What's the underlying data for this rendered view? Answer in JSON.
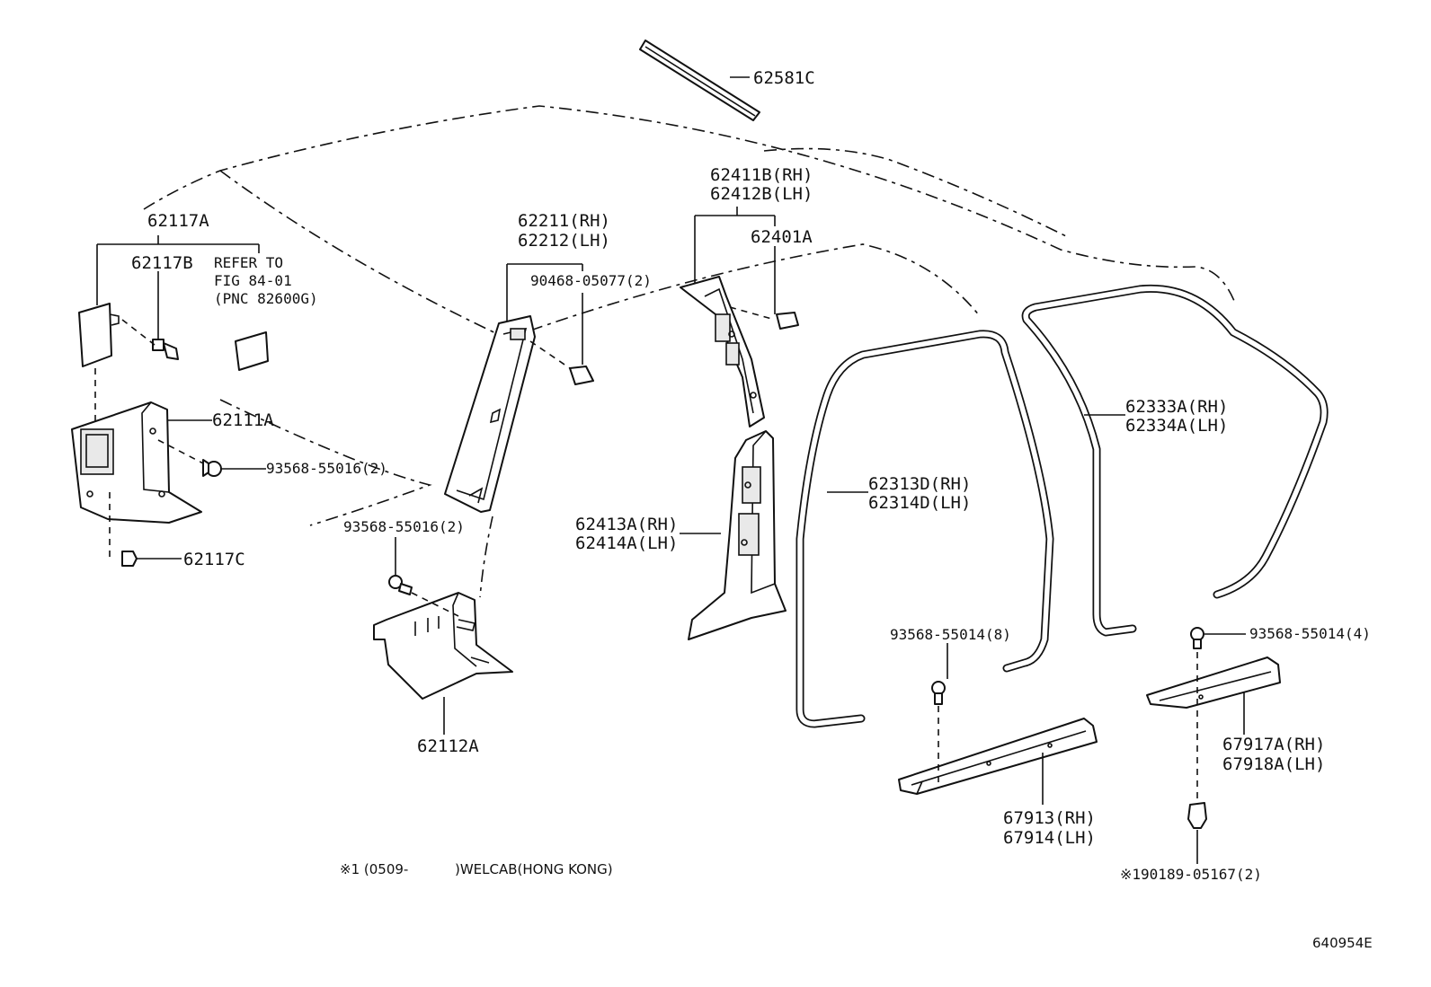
{
  "labels": {
    "p62581C": "62581C",
    "p62411B": "62411B(RH)",
    "p62412B": "62412B(LH)",
    "p62401A": "62401A",
    "p62211": "62211(RH)",
    "p62212": "62212(LH)",
    "p90468": "90468-05077(2)",
    "p62117A": "62117A",
    "p62117B": "62117B",
    "refer1": "REFER TO",
    "refer2": "FIG 84-01",
    "refer3": "(PNC 82600G)",
    "p62111A": "62111A",
    "p93568_55016a": "93568-55016(2)",
    "p93568_55016b": "93568-55016(2)",
    "p62117C": "62117C",
    "p62112A": "62112A",
    "p62413A": "62413A(RH)",
    "p62414A": "62414A(LH)",
    "p62313D": "62313D(RH)",
    "p62314D": "62314D(LH)",
    "p62333A": "62333A(RH)",
    "p62334A": "62334A(LH)",
    "p93568_55014a": "93568-55014(8)",
    "p93568_55014b": "93568-55014(4)",
    "p67917A": "67917A(RH)",
    "p67918A": "67918A(LH)",
    "p67913": "67913(RH)",
    "p67914": "67914(LH)",
    "p90189": "※190189-05167(2)",
    "note_mark": "※1 (0509-",
    "note_text": ")WELCAB(HONG KONG)",
    "figure_id": "640954E"
  }
}
